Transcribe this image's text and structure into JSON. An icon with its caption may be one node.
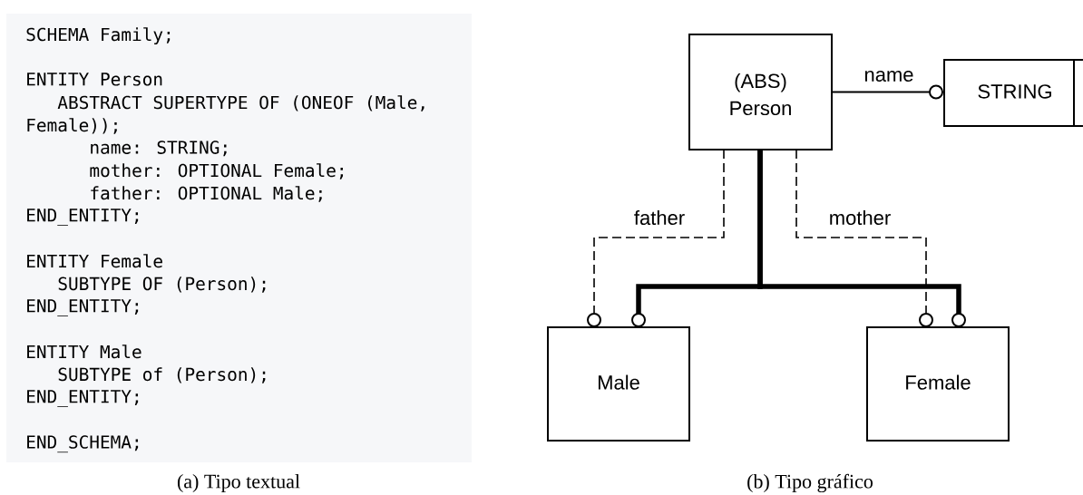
{
  "diagram": {
    "nodes": [
      {
        "text": [
          "SCHEMA Family;",
          "ENTITY Person",
          "ABSTRACT SUPERTYPE OF (ONEOF (Male, Female));",
          "name: STRING;",
          "mother: OPTIONAL Female;",
          "father: OPTIONAL Male;",
          "END_ENTITY;",
          "ENTITY Female",
          "SUBTYPE OF (Person);",
          "END_ENTITY;",
          "ENTITY Male",
          "SUBTYPE of (Person);",
          "END_ENTITY;",
          "END_SCHEMA;"
        ]
      },
      {
        "text": [
          "(ABS) Person"
        ]
      },
      {
        "text": [
          "STRING"
        ]
      },
      {
        "text": [
          "Male"
        ]
      },
      {
        "text": [
          "Female"
        ]
      }
    ],
    "edges": [
      {
        "from": 1,
        "to": 2,
        "arrow": "other",
        "label": "name"
      },
      {
        "from": 1,
        "to": 3,
        "arrow": "other",
        "label": "father",
        "style": "dashed"
      },
      {
        "from": 1,
        "to": 4,
        "arrow": "other",
        "label": "mother",
        "style": "dashed"
      },
      {
        "from": 1,
        "to": 3,
        "arrow": "other",
        "style": "thick"
      },
      {
        "from": 1,
        "to": 4,
        "arrow": "other",
        "style": "thick"
      }
    ],
    "labels": [
      "(a) Tipo textual",
      "(b) Tipo gráfico"
    ]
  }
}
